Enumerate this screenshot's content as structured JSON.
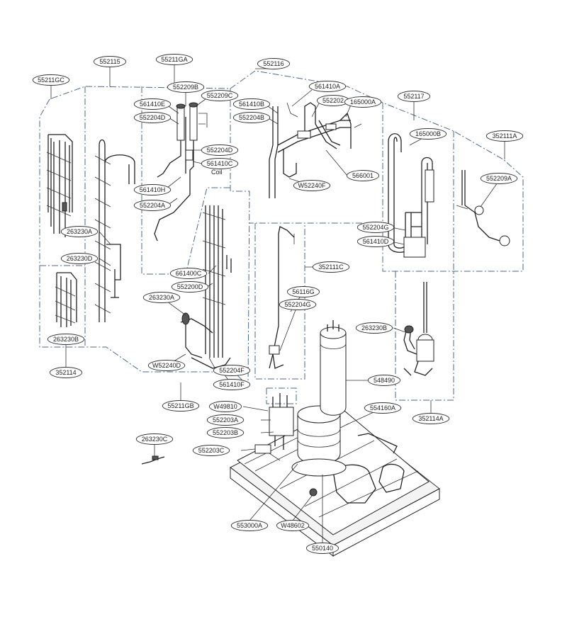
{
  "diagram": {
    "labels": [
      {
        "id": "l_552115",
        "text": "552115"
      },
      {
        "id": "l_55211GA",
        "text": "55211GA"
      },
      {
        "id": "l_552116",
        "text": "552116"
      },
      {
        "id": "l_55211GC",
        "text": "55211GC"
      },
      {
        "id": "l_552209B",
        "text": "552209B"
      },
      {
        "id": "l_552209C",
        "text": "552209C"
      },
      {
        "id": "l_561410E",
        "text": "561410E"
      },
      {
        "id": "l_552204D",
        "text": "552204D"
      },
      {
        "id": "l_561410A",
        "text": "561410A"
      },
      {
        "id": "l_561410B",
        "text": "561410B"
      },
      {
        "id": "l_552202",
        "text": "552202"
      },
      {
        "id": "l_165000A",
        "text": "165000A"
      },
      {
        "id": "l_552204B",
        "text": "552204B"
      },
      {
        "id": "l_552117",
        "text": "552117"
      },
      {
        "id": "l_165000B",
        "text": "165000B"
      },
      {
        "id": "l_352111A",
        "text": "352111A"
      },
      {
        "id": "l_552204D2",
        "text": "552204D"
      },
      {
        "id": "l_561410C",
        "text": "561410C"
      },
      {
        "id": "l_566001",
        "text": "566001"
      },
      {
        "id": "l_561410H",
        "text": "561410H"
      },
      {
        "id": "l_W52240F",
        "text": "W52240F"
      },
      {
        "id": "l_552209A",
        "text": "552209A"
      },
      {
        "id": "l_552204A",
        "text": "552204A"
      },
      {
        "id": "l_263230A",
        "text": "263230A"
      },
      {
        "id": "l_552204G",
        "text": "552204G"
      },
      {
        "id": "l_561410D",
        "text": "561410D"
      },
      {
        "id": "l_263230D",
        "text": "263230D"
      },
      {
        "id": "l_352111C",
        "text": "352111C"
      },
      {
        "id": "l_661400C",
        "text": "661400C"
      },
      {
        "id": "l_552200D",
        "text": "552200D"
      },
      {
        "id": "l_56116G",
        "text": "56116G"
      },
      {
        "id": "l_552204G2",
        "text": "552204G"
      },
      {
        "id": "l_263230A2",
        "text": "263230A"
      },
      {
        "id": "l_263230B",
        "text": "263230B"
      },
      {
        "id": "l_263230B2",
        "text": "263230B"
      },
      {
        "id": "l_W52240D",
        "text": "W52240D"
      },
      {
        "id": "l_552204F",
        "text": "552204F"
      },
      {
        "id": "l_352114",
        "text": "352114"
      },
      {
        "id": "l_548490",
        "text": "548490"
      },
      {
        "id": "l_561410F",
        "text": "561410F"
      },
      {
        "id": "l_55211GB",
        "text": "55211GB"
      },
      {
        "id": "l_W49810",
        "text": "W49810"
      },
      {
        "id": "l_554160A",
        "text": "554160A"
      },
      {
        "id": "l_352114A",
        "text": "352114A"
      },
      {
        "id": "l_552203A",
        "text": "552203A"
      },
      {
        "id": "l_552203B",
        "text": "552203B"
      },
      {
        "id": "l_263230C",
        "text": "263230C"
      },
      {
        "id": "l_552203C",
        "text": "552203C"
      },
      {
        "id": "l_553000A",
        "text": "553000A"
      },
      {
        "id": "l_W48602",
        "text": "W48602"
      },
      {
        "id": "l_550140",
        "text": "550140"
      }
    ],
    "coil_text": "Coil"
  }
}
